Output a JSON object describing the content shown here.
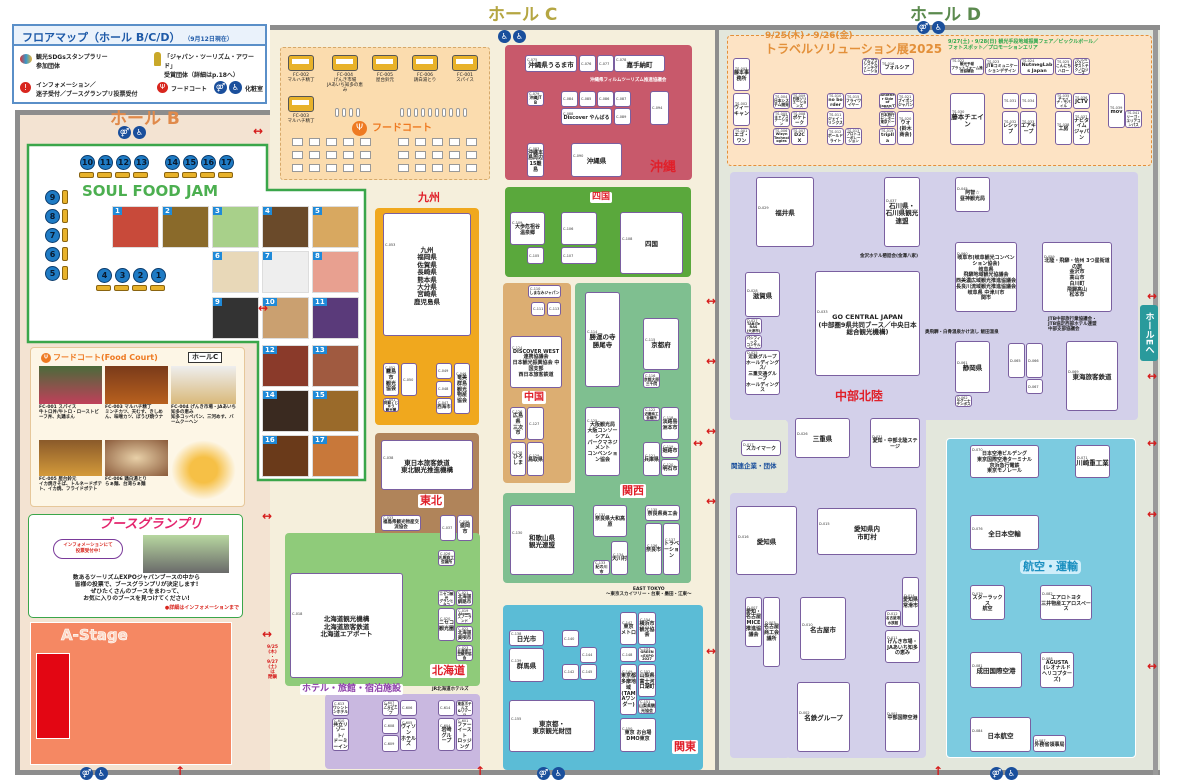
{
  "legend": {
    "title": "フロアマップ（ホール B/C/D）",
    "date": "（9月12日現在）",
    "sdgs": "観光SDGsスタンプラリー\n参加団体",
    "award": "「ジャパン・ツーリズム・アワード」\n受賞団体（詳細はp.18へ）",
    "info": "インフォメーション／\n迷子受付／ブースグランプリ投票受付",
    "food": "フードコート",
    "toilet": "化粧室"
  },
  "halls": {
    "b": "ホール B",
    "c": "ホール C",
    "d": "ホール D",
    "e": "ホールEへ"
  },
  "soulfood": {
    "title": "SOUL FOOD JAM",
    "numbers": [
      "1",
      "2",
      "3",
      "4",
      "5",
      "6",
      "7",
      "8",
      "9",
      "10",
      "11",
      "12",
      "13",
      "14",
      "15",
      "16",
      "17"
    ]
  },
  "foodcourt_card": {
    "title": "フードコート(Food Court)",
    "badge": "ホールC",
    "items": [
      {
        "id": "FC-001",
        "desc": "スパイス\n牛トロ丼/牛トロ・ローストビーフ丼、丸鶏まん"
      },
      {
        "id": "FC-003",
        "desc": "マルハチ精丁\nミンチカツ、天むす、きしめん、味噌カツ、ぼうび焼ウナ"
      },
      {
        "id": "FC-004",
        "desc": "げんき市場・JAあいち知多の恵み\n知多コッペパン、三河めす、バームクーヘン"
      },
      {
        "id": "FC-005",
        "desc": "屋台鈴元\nイカ焼きそば、トルネードポテト、イカ焼、フライドポテト"
      },
      {
        "id": "FC-006",
        "desc": "鶏白湯とり\nらぁ麺、台湾らぁ麺"
      }
    ]
  },
  "grandprix": {
    "title": "ブースグランプリ",
    "bubble": "インフォメーションにて\n投票受付中!",
    "body": "数あるツーリズムEXPOジャパンブースの中から\n皆様の投票で、ブースグランプリが決定します!\nぜひたくさんのブースをまわって、\nお気に入りのブースを見つけてください!",
    "more": "●詳細はインフォメーションまで"
  },
  "stage": {
    "name": "A-Stage"
  },
  "hall_c_foodcourt": {
    "label": "フードコート",
    "trucks": [
      {
        "id": "FC-002",
        "name": "マルハチ精丁"
      },
      {
        "id": "FC-004",
        "name": "げんき市場\nJAあいち知多の恵み"
      },
      {
        "id": "FC-005",
        "name": "屋台鈴元"
      },
      {
        "id": "FC-006",
        "name": "鶏白湯とり"
      },
      {
        "id": "FC-001",
        "name": "スパイス"
      },
      {
        "id": "FC-003",
        "name": "マルハチ精丁"
      }
    ]
  },
  "region_labels": {
    "okinawa": "沖縄",
    "shikoku": "四国",
    "chugoku": "中国",
    "kansai": "関西",
    "kanto": "関東",
    "kyushu": "九州",
    "tohoku": "東北",
    "hokkaido": "北海道",
    "hotel": "ホテル・旅館・宿泊施設",
    "chubu": "中部北陸",
    "aviation": "航空・運輸",
    "related": "関連企業・団体"
  },
  "travel_expo": {
    "dates": "9/25(木)・9/26(金)",
    "title": "トラベルソリューション展2025",
    "weekend": "9/27(土)・9/28(日) 観光手段地域振興フェア／ピックルボール／\nフォトスポット／プロモーションエリア"
  },
  "side_note": "9/25\n(木)\n・\n9/27\n(土)\n は\n閉鎖",
  "notes": {
    "east_tokyo": "EAST TOKYO\n〜東京スカイツリー・台東・墨田・江東〜",
    "gosenkyo": "奥飛騨・白骨温泉かけ流し 飯田温泉",
    "kanazawa": "金沢ホテル懇話会(金澤八家)",
    "jtb": "JTB中部旅行業協議会・\nJTB協定西部ホテル連盟\n中部支部協議会",
    "ryukyu": "沖縄県フィルムツーリズム推進協議会",
    "hokkaido_hotel": "JR北海道ホテルズ"
  },
  "booths": {
    "travel": [
      {
        "id": "TS-003",
        "name": "藤本事務所"
      },
      {
        "id": "TS-002",
        "name": "ウィーキャン"
      },
      {
        "id": "TS-001",
        "name": "エゴ・ワン"
      },
      {
        "id": "TS-004",
        "name": "日本システム開発"
      },
      {
        "id": "TS-009",
        "name": "日鉄ソリューションズ"
      },
      {
        "id": "TS-005",
        "name": "キャブステーション"
      },
      {
        "id": "TS-008",
        "name": "ポケトーク"
      },
      {
        "id": "TS-006",
        "name": "Wizyn\nTechnologies"
      },
      {
        "id": "TS-007",
        "name": "D2C X"
      },
      {
        "id": "TS-010",
        "name": "no border"
      },
      {
        "id": "TS-015",
        "name": "フライワイヤー"
      },
      {
        "id": "TS-011",
        "name": "ジェイ・リンクス"
      },
      {
        "id": "TS-012",
        "name": "ボールドライト"
      },
      {
        "id": "TS-013",
        "name": "プロトコーポレーション"
      },
      {
        "id": "TS-044",
        "name": "アルプス システム\nインテグレーション"
      },
      {
        "id": "TS-016",
        "name": "フォルシア"
      },
      {
        "id": "TS-017",
        "name": "Another Side of\nJapan/TYO"
      },
      {
        "id": "TS-021",
        "name": "ブイポンジャパン"
      },
      {
        "id": "TS-018",
        "name": "日本旅行センター\n東京ドーム"
      },
      {
        "id": "TS-020",
        "name": "ウォ\n(鈴木商会)"
      },
      {
        "id": "TS-019",
        "name": "triplla"
      },
      {
        "id": "TS-022",
        "name": "観光予報\nプラットフォーム推進協議会"
      },
      {
        "id": "TS-023",
        "name": "JTBコミュニケーションデザイン"
      },
      {
        "id": "TS-024",
        "name": "NutmegLabs Japan"
      },
      {
        "id": "TS-025",
        "name": "こんにちハロー"
      },
      {
        "id": "TS-026",
        "name": "ピクシーダストテクノロジーズ"
      },
      {
        "id": "TS-030",
        "name": "藤本チエイン"
      },
      {
        "id": "TS-031",
        "name": ""
      },
      {
        "id": "TS-034",
        "name": ""
      },
      {
        "id": "TS-032",
        "name": "レシップ"
      },
      {
        "id": "TS-033",
        "name": "エアキープ"
      },
      {
        "id": "TS-035",
        "name": "チャイナ・モバイル"
      },
      {
        "id": "TS-036",
        "name": "JCTV"
      },
      {
        "id": "TS-038",
        "name": "工房"
      },
      {
        "id": "TS-037",
        "name": "ナビタイム\nジャパン"
      },
      {
        "id": "TS-039",
        "name": "mov"
      },
      {
        "id": "TS-041",
        "name": "リーゴ・エリアコンパス"
      }
    ],
    "chubu": [
      {
        "id": "D-029",
        "name": "福井県"
      },
      {
        "id": "D-037",
        "name": "石川県・\n石川県観光連盟"
      },
      {
        "id": "D-045",
        "name": "阿智☆\n昼神観光局"
      },
      {
        "id": "D-060",
        "name": "岐阜市(岐阜観光コンベンション協会)\n岐阜県\n飛騨地域観光協議会\n西美濃広域観光推進協議会\n長良川流域観光推進協議会\n岐阜県 中津川市\n関市"
      },
      {
        "id": "D-059",
        "name": "北陸・飛騨・信州 3つ星街道の旅\n金沢市\n高山市\n白川町\n飛騨高山\n松本市"
      },
      {
        "id": "D-028",
        "name": "滋賀県"
      },
      {
        "id": "D-027",
        "name": "TABITeRAS\n(大津市)"
      },
      {
        "id": "D-024",
        "name": "パシフィック\nコンサルタンツ"
      },
      {
        "id": "D-025",
        "name": "近鉄グループ\nホールディングス/\n三重交通グループ\nホールディングス"
      },
      {
        "id": "D-033",
        "name": "GO CENTRAL JAPAN\n(中部圏9県共同ブース／中央日本総合観光機構)"
      },
      {
        "id": "D-061",
        "name": "静岡県"
      },
      {
        "id": "D-065",
        "name": ""
      },
      {
        "id": "D-066",
        "name": ""
      },
      {
        "id": "D-067",
        "name": ""
      },
      {
        "id": "D-062",
        "name": "ラグーナテンボス"
      },
      {
        "id": "D-069",
        "name": "東海旅客鉄道"
      },
      {
        "id": "D-017",
        "name": "スカイマーク"
      },
      {
        "id": "D-026",
        "name": "三重県"
      },
      {
        "id": "D-031",
        "name": "愛知・中部北陸ステージ"
      },
      {
        "id": "D-016",
        "name": "愛知県"
      },
      {
        "id": "D-015",
        "name": "愛知県内\n市町村"
      },
      {
        "id": "D-010",
        "name": "名古屋市"
      },
      {
        "id": "D-007",
        "name": "愛知・名古屋\nMICE推進協議会"
      },
      {
        "id": "D-003",
        "name": "名古屋\n商工会議所"
      },
      {
        "id": "D-014",
        "name": "愛知県\n常滑市"
      },
      {
        "id": "D-012",
        "name": "名古屋港水族館"
      },
      {
        "id": "D-011",
        "name": "げんき市場・\nJAあいち知多の恵み"
      },
      {
        "id": "D-002",
        "name": "名鉄グループ"
      },
      {
        "id": "D-001",
        "name": "中部国際空港"
      }
    ],
    "aviation": [
      {
        "id": "D-070",
        "name": "日本空港ビルデング\n東京国際空港ターミナル\n京浜急行電鉄\n東京モノレール"
      },
      {
        "id": "D-071",
        "name": "川崎重工業"
      },
      {
        "id": "D-076",
        "name": "全日本空輸"
      },
      {
        "id": "D-079",
        "name": "スターラックス\n航空"
      },
      {
        "id": "D-082",
        "name": "エアロトヨタ\n三井物産エアロスペース"
      },
      {
        "id": "D-081",
        "name": "成田国際空港"
      },
      {
        "id": "D-088",
        "name": "AGUSTA\n(レオナルド\nヘリコプターズ)"
      },
      {
        "id": "D-084",
        "name": "日本航空"
      },
      {
        "id": "D-087",
        "name": "外務省領事局"
      }
    ],
    "okinawa": [
      {
        "id": "C-075",
        "name": "沖縄県うるま市"
      },
      {
        "id": "C-076",
        "name": ""
      },
      {
        "id": "C-077",
        "name": ""
      },
      {
        "id": "C-078",
        "name": "嘉手納町"
      },
      {
        "id": "C-079",
        "name": "沖縄JTB"
      },
      {
        "id": "C-084",
        "name": ""
      },
      {
        "id": "C-085",
        "name": ""
      },
      {
        "id": "C-086",
        "name": ""
      },
      {
        "id": "C-087",
        "name": ""
      },
      {
        "id": "C-088",
        "name": "Discover やんばる"
      },
      {
        "id": "C-089",
        "name": ""
      },
      {
        "id": "C-094",
        "name": ""
      },
      {
        "id": "C-083",
        "name": "沖縄本島周辺\n15離島"
      },
      {
        "id": "C-090",
        "name": "沖縄県"
      }
    ],
    "shikoku": [
      {
        "id": "C-109",
        "name": "大歩危祖谷\n温泉郷"
      },
      {
        "id": "C-105",
        "name": ""
      },
      {
        "id": "C-106",
        "name": ""
      },
      {
        "id": "C-107",
        "name": ""
      },
      {
        "id": "C-108",
        "name": "四国"
      }
    ],
    "chugoku": [
      {
        "id": "C-110",
        "name": "しまなみジャパン"
      },
      {
        "id": "C-111",
        "name": ""
      },
      {
        "id": "C-113",
        "name": ""
      },
      {
        "id": "C-124",
        "name": "DISCOVER WEST 連携協議会\n日本観光振興協会 中国支部\n西日本旅客鉄道"
      },
      {
        "id": "C-126",
        "name": "広島県\n三次市"
      },
      {
        "id": "C-127",
        "name": ""
      },
      {
        "id": "C-128",
        "name": "ひろしま"
      },
      {
        "id": "C-129",
        "name": "鳥取県"
      }
    ],
    "kansai": [
      {
        "id": "C-114",
        "name": "勝運の寺\n勝尾寺"
      },
      {
        "id": "C-115",
        "name": "京都府"
      },
      {
        "id": "C-116",
        "name": "京都大原\n三千院"
      },
      {
        "id": "C-125",
        "name": "大阪観光局\n大阪コンソーシアム\nパークマネジメント\nコンベンション協会"
      },
      {
        "id": "C-122",
        "name": "近畿商工会議所"
      },
      {
        "id": "C-118",
        "name": "淡路島\n洲本市"
      },
      {
        "id": "C-121",
        "name": "兵庫県"
      },
      {
        "id": "C-119",
        "name": "姫路市"
      },
      {
        "id": "C-120",
        "name": "明石市"
      },
      {
        "id": "C-130",
        "name": "和歌山県\n観光連盟"
      },
      {
        "id": "C-131",
        "name": "奈良県大和高原"
      },
      {
        "id": "C-134",
        "name": "天川村"
      },
      {
        "id": "C-133",
        "name": "紀の川市"
      },
      {
        "id": "C-135",
        "name": "奈良県商工会"
      },
      {
        "id": "C-136",
        "name": "奈良市"
      },
      {
        "id": "C-137",
        "name": "トラベーション"
      }
    ],
    "kanto": [
      {
        "id": "C-138",
        "name": "日光市"
      },
      {
        "id": "C-139",
        "name": "群馬県"
      },
      {
        "id": "C-140",
        "name": ""
      },
      {
        "id": "C-144",
        "name": ""
      },
      {
        "id": "C-142",
        "name": ""
      },
      {
        "id": "C-145",
        "name": ""
      },
      {
        "id": "C-147",
        "name": "東京\nメトロ"
      },
      {
        "id": "C-154",
        "name": "横浜市\n観光協会"
      },
      {
        "id": "C-148",
        "name": ""
      },
      {
        "id": "C-153",
        "name": "GREEN×EXPO\n2027"
      },
      {
        "id": "C-149",
        "name": "東京都\n多摩地域\n(TAMAワンダー)"
      },
      {
        "id": "C-152",
        "name": "山梨県\n富士河口湖町"
      },
      {
        "id": "C-151",
        "name": "山梨県観光協会"
      },
      {
        "id": "C-150",
        "name": "東京 お台場\nDMO東京"
      },
      {
        "id": "C-155",
        "name": "東京都・\n東京観光財団"
      }
    ],
    "kyushu": [
      {
        "id": "C-053",
        "name": "九州\n福岡県\n佐賀県\n長崎県\n熊本県\n大分県\n宮崎県\n鹿児島県"
      },
      {
        "id": "C-052",
        "name": "霧島市\n観光協会"
      },
      {
        "id": "C-050",
        "name": ""
      },
      {
        "id": "C-051",
        "name": "阿蘇くじゅう\n観光圏"
      },
      {
        "id": "C-049",
        "name": ""
      },
      {
        "id": "C-048",
        "name": ""
      },
      {
        "id": "C-047",
        "name": "西海市"
      },
      {
        "id": "C-046",
        "name": "奄美群島\n観光物産協会"
      }
    ],
    "tohoku": [
      {
        "id": "C-038",
        "name": "東日本旅客鉄道\n東北観光推進機構"
      },
      {
        "id": "C-033",
        "name": "福島県観光物産交流協会"
      },
      {
        "id": "C-037",
        "name": ""
      },
      {
        "id": "C-036",
        "name": "盛岡市"
      }
    ],
    "hokkaido": [
      {
        "id": "C-018",
        "name": "北海道観光機構\n北海道旅客鉄道\n北海道エアポート"
      },
      {
        "id": "C-026",
        "name": "札幌商工会議所"
      },
      {
        "id": "C-029",
        "name": "ニセコ観光\nグランヒラフ"
      },
      {
        "id": "C-021",
        "name": "北海道釧路市"
      },
      {
        "id": "C-020",
        "name": "ニセコ観光圏"
      },
      {
        "id": "C-019",
        "name": "Algam\nスノーランド"
      },
      {
        "id": "C-022",
        "name": "北海道美唄市"
      },
      {
        "id": "C-023",
        "name": "北海道三笠観光協会"
      }
    ],
    "hotel": [
      {
        "id": "C-613",
        "name": "ワシントンホテル"
      },
      {
        "id": "C-610",
        "name": "共立リゾート/\nドーミーイン"
      },
      {
        "id": "C-607",
        "name": "ブンジャーグループ"
      },
      {
        "id": "C-606",
        "name": ""
      },
      {
        "id": "C-608",
        "name": ""
      },
      {
        "id": "C-605",
        "name": "ヴィソン\nホテルズ"
      },
      {
        "id": "C-609",
        "name": ""
      },
      {
        "id": "C-614",
        "name": ""
      },
      {
        "id": "C-602",
        "name": "東急ホテルズ\n&リゾーツ"
      },
      {
        "id": "C-604",
        "name": "岩崎\nグループ"
      },
      {
        "id": "C-601",
        "name": "ファーイースト\nロッジング"
      }
    ]
  },
  "colors": {
    "okinawa": "#c8596b",
    "shikoku": "#5aa83c",
    "chugoku": "#dcae72",
    "kansai": "#7fbf90",
    "kanto": "#5bbcd6",
    "kyushu": "#f0a81e",
    "tohoku": "#b0845a",
    "hokkaido": "#8fcb7a",
    "hotel": "#c9b8e0",
    "chubu": "#d3d0ea",
    "aviation": "#7ccbe0"
  }
}
